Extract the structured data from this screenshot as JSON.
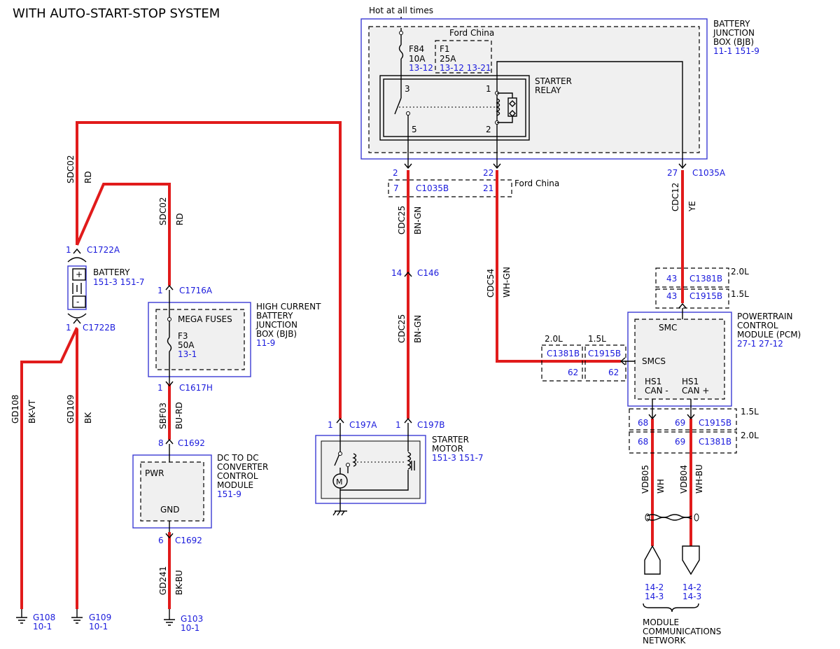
{
  "title": "WITH AUTO-START-STOP SYSTEM",
  "top_label": "Hot at all times",
  "bjb": {
    "name_lines": [
      "BATTERY",
      "JUNCTION",
      "BOX (BJB)"
    ],
    "refs": "11-1  151-9",
    "ford_china": "Ford China",
    "f84": {
      "name": "F84",
      "rating": "10A",
      "ref": "13-12"
    },
    "f1": {
      "name": "F1",
      "rating": "25A",
      "ref": "13-12 13-21"
    },
    "relay_lines": [
      "STARTER",
      "RELAY"
    ],
    "relay_pins": [
      "3",
      "1",
      "5",
      "2"
    ]
  },
  "connectors": {
    "c1035a_top": {
      "pins": [
        "2",
        "22",
        "27"
      ],
      "name": "C1035A"
    },
    "c1035b": {
      "pins": [
        "7",
        "21"
      ],
      "name": "C1035B",
      "note": "Ford China"
    },
    "c146": {
      "pin": "14",
      "name": "C146"
    },
    "c197a": {
      "pin": "1",
      "name": "C197A"
    },
    "c197b": {
      "pin": "1",
      "name": "C197B"
    },
    "c1722a": {
      "pin": "1",
      "name": "C1722A"
    },
    "c1722b": {
      "pin": "1",
      "name": "C1722B"
    },
    "c1716a": {
      "pin": "1",
      "name": "C1716A"
    },
    "c1617h": {
      "pin": "1",
      "name": "C1617H"
    },
    "c1692_top": {
      "pin": "8",
      "name": "C1692"
    },
    "c1692_bot": {
      "pin": "6",
      "name": "C1692"
    },
    "c1381b_top": {
      "pin": "43",
      "name": "C1381B",
      "variant": "2.0L"
    },
    "c1915b_top": {
      "pin": "43",
      "name": "C1915B",
      "variant": "1.5L"
    },
    "c1381b_left": {
      "pin": "62",
      "name": "C1381B",
      "variant": "2.0L"
    },
    "c1915b_left": {
      "pin": "62",
      "name": "C1915B",
      "variant": "1.5L"
    },
    "c1915b_bot": {
      "pins": [
        "68",
        "69"
      ],
      "name": "C1915B",
      "variant": "1.5L"
    },
    "c1381b_bot": {
      "pins": [
        "68",
        "69"
      ],
      "name": "C1381B",
      "variant": "2.0L"
    }
  },
  "wires": {
    "sdc02_a": {
      "circuit": "SDC02",
      "color": "RD"
    },
    "sdc02_b": {
      "circuit": "SDC02",
      "color": "RD"
    },
    "cdc25_a": {
      "circuit": "CDC25",
      "color": "BN-GN"
    },
    "cdc25_b": {
      "circuit": "CDC25",
      "color": "BN-GN"
    },
    "cdc54": {
      "circuit": "CDC54",
      "color": "WH-GN"
    },
    "cdc12": {
      "circuit": "CDC12",
      "color": "YE"
    },
    "gd108": {
      "circuit": "GD108",
      "color": "BK-VT"
    },
    "gd109": {
      "circuit": "GD109",
      "color": "BK"
    },
    "sbf03": {
      "circuit": "SBF03",
      "color": "BU-RD"
    },
    "gd241": {
      "circuit": "GD241",
      "color": "BK-BU"
    },
    "vdb05": {
      "circuit": "VDB05",
      "color": "WH"
    },
    "vdb04": {
      "circuit": "VDB04",
      "color": "WH-BU"
    }
  },
  "battery": {
    "name": "BATTERY",
    "refs": "151-3 151-7",
    "plus": "+",
    "minus": "-"
  },
  "hcbjb": {
    "name_lines": [
      "HIGH CURRENT",
      "BATTERY",
      "JUNCTION",
      "BOX (BJB)"
    ],
    "ref": "11-9",
    "fuse_group": "MEGA FUSES",
    "fuse": {
      "name": "F3",
      "rating": "50A",
      "ref": "13-1"
    }
  },
  "dcdc": {
    "name_lines": [
      "DC TO DC",
      "CONVERTER",
      "CONTROL",
      "MODULE"
    ],
    "ref": "151-9",
    "pwr": "PWR",
    "gnd": "GND"
  },
  "starter_motor": {
    "name_lines": [
      "STARTER",
      "MOTOR"
    ],
    "refs": "151-3 151-7"
  },
  "pcm": {
    "name_lines": [
      "POWERTRAIN",
      "CONTROL",
      "MODULE (PCM)"
    ],
    "refs": "27-1  27-12",
    "smc": "SMC",
    "smcs": "SMCS",
    "hs1_left": [
      "HS1",
      "CAN -"
    ],
    "hs1_right": [
      "HS1",
      "CAN +"
    ]
  },
  "grounds": [
    {
      "name": "G108",
      "ref": "10-1"
    },
    {
      "name": "G109",
      "ref": "10-1"
    },
    {
      "name": "G103",
      "ref": "10-1"
    }
  ],
  "network": {
    "ref_left": [
      "14-2",
      "14-3"
    ],
    "ref_right": [
      "14-2",
      "14-3"
    ],
    "label_lines": [
      "MODULE",
      "COMMUNICATIONS",
      "NETWORK"
    ]
  }
}
